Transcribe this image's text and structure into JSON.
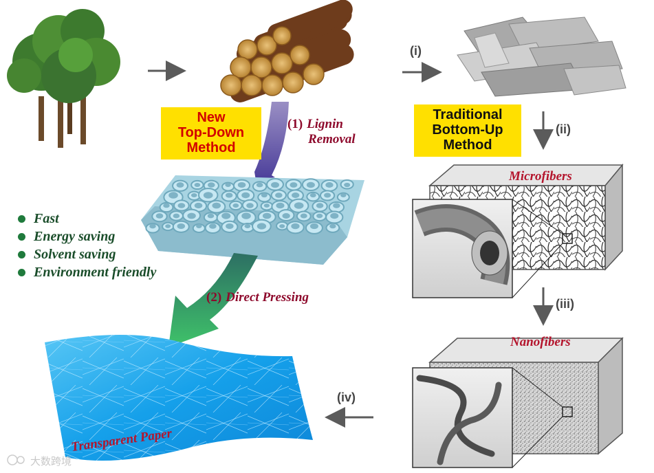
{
  "labels": {
    "top_down": [
      "New",
      "Top-Down",
      "Method"
    ],
    "bottom_up": [
      "Traditional",
      "Bottom-Up",
      "Method"
    ]
  },
  "steps": {
    "lignin_num": "(1)",
    "lignin_line1": "Lignin",
    "lignin_line2": "Removal",
    "pressing_num": "(2)",
    "pressing_text": "Direct Pressing",
    "i": "(i)",
    "ii": "(ii)",
    "iii": "(iii)",
    "iv": "(iv)"
  },
  "benefits": [
    "Fast",
    "Energy saving",
    "Solvent saving",
    "Environment friendly"
  ],
  "boxes": {
    "microfibers": "Microfibers",
    "nanofibers": "Nanofibers"
  },
  "paper": "Transparent Paper",
  "watermark": "大数跨境",
  "colors": {
    "label_bg": "#ffe000",
    "label_red": "#d20000",
    "step_text": "#8e0a2c",
    "benefit_green": "#1a4d2a",
    "paper_blue": "#1aa3e8"
  },
  "icons": {
    "tree": "tree-icon",
    "logs": "log-stack-icon",
    "chips": "wood-chips-icon",
    "channels": "wood-channel-block-icon",
    "watermark": "watermark-logo-icon"
  }
}
